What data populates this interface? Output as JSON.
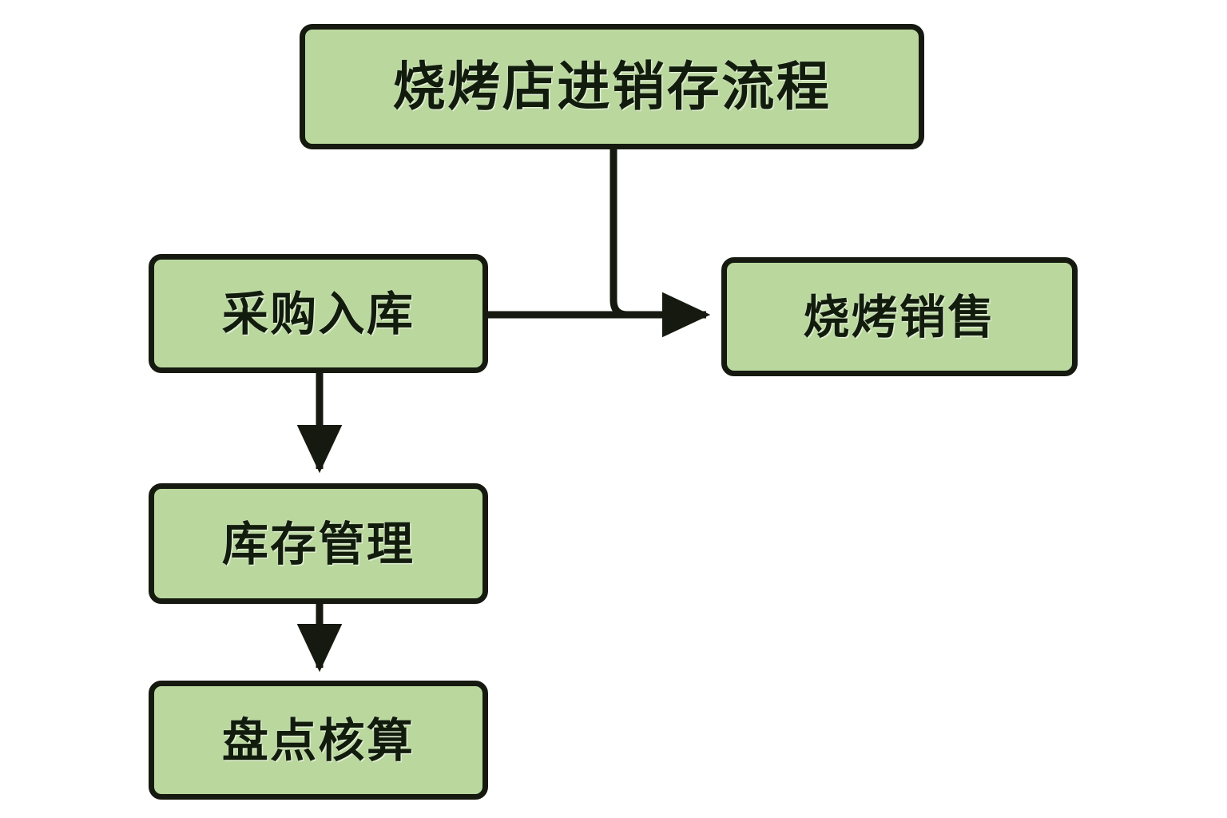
{
  "diagram": {
    "title": "烧烤店进销存流程",
    "background_color": "#ffffff",
    "node_fill_color": "#bad89e",
    "node_border_color": "#15190f",
    "text_color": "#121c0d",
    "nodes": [
      {
        "id": "title",
        "label": "烧烤店进销存流程"
      },
      {
        "id": "purchase",
        "label": "采购入库"
      },
      {
        "id": "sales",
        "label": "烧烤销售"
      },
      {
        "id": "inventory",
        "label": "库存管理"
      },
      {
        "id": "stocktake",
        "label": "盘点核算"
      }
    ],
    "edges": [
      {
        "id": "edge-title-to-sales",
        "from": "title",
        "to": "sales",
        "style": "elbow",
        "arrowhead": true
      },
      {
        "id": "edge-purchase-to-sales",
        "from": "purchase",
        "to": "sales",
        "style": "straight",
        "arrowhead": true
      },
      {
        "id": "edge-purchase-to-inventory",
        "from": "purchase",
        "to": "inventory",
        "style": "straight",
        "arrowhead": true
      },
      {
        "id": "edge-inventory-to-stocktake",
        "from": "inventory",
        "to": "stocktake",
        "style": "straight",
        "arrowhead": true
      }
    ]
  }
}
